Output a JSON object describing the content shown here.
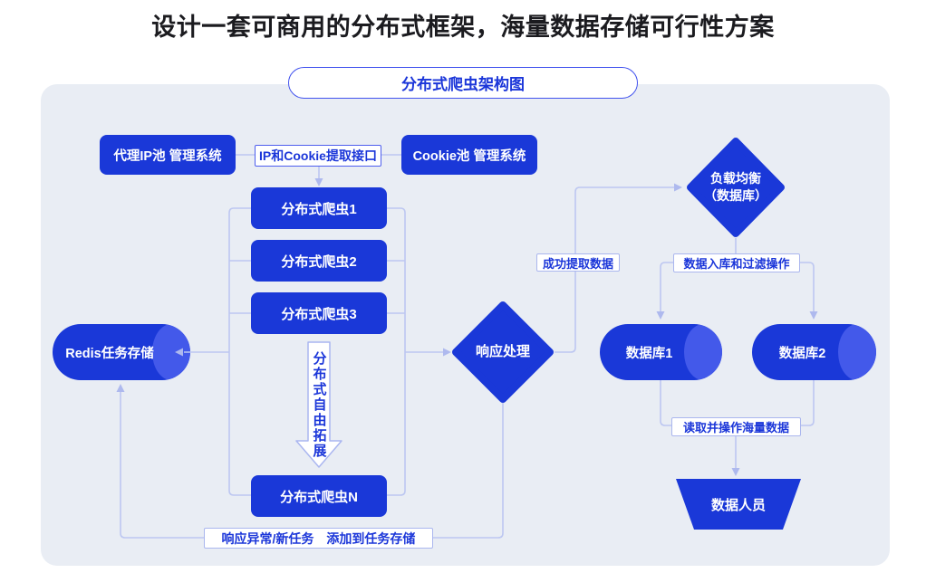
{
  "header": {
    "title": "设计一套可商用的分布式框架，海量数据存储可行性方案"
  },
  "diagram": {
    "badge": "分布式爬虫架构图",
    "nodes": {
      "proxy_pool": "代理IP池 管理系统",
      "extract_api": "IP和Cookie提取接口",
      "cookie_pool": "Cookie池 管理系统",
      "crawler_1": "分布式爬虫1",
      "crawler_2": "分布式爬虫2",
      "crawler_3": "分布式爬虫3",
      "crawler_n": "分布式爬虫N",
      "scale_note": "分布式自由拓展",
      "redis_store": "Redis任务存储",
      "response_handler": "响应处理",
      "load_balancer_line1": "负载均衡",
      "load_balancer_line2": "（数据库）",
      "database_1": "数据库1",
      "database_2": "数据库2",
      "data_staff": "数据人员"
    },
    "edge_labels": {
      "success_extract": "成功提取数据",
      "store_filter": "数据入库和过滤操作",
      "read_massive": "读取并操作海量数据",
      "exception_requeue": "响应异常/新任务　添加到任务存储"
    },
    "colors": {
      "node_blue": "#1a38d8",
      "cylinder_face_blue": "#4359ea",
      "connector_blue": "#bdc7f1",
      "label_text_blue": "#1b36d9",
      "badge_border_blue": "#4152ee",
      "panel_bg": "#e9edf4",
      "title_text": "#1b1b1f"
    }
  }
}
